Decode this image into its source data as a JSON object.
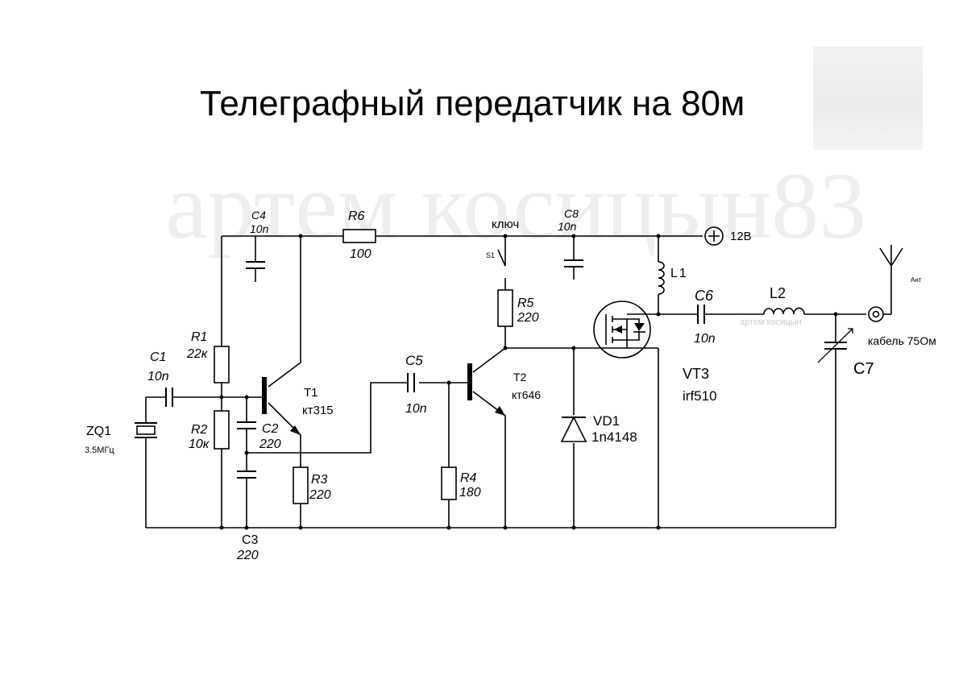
{
  "title": "Телеграфный передатчик на 80м",
  "watermark": "артем косицын83",
  "watermark_small": "артем косицын",
  "components": {
    "c1": {
      "ref": "C1",
      "value": "10n"
    },
    "c2": {
      "ref": "C2",
      "value": "220"
    },
    "c3": {
      "ref": "C3",
      "value": "220"
    },
    "c4": {
      "ref": "C4",
      "value": "10n"
    },
    "c5": {
      "ref": "C5",
      "value": "10n"
    },
    "c6": {
      "ref": "C6",
      "value": "10n"
    },
    "c7": {
      "ref": "C7"
    },
    "c8": {
      "ref": "C8",
      "value": "10n"
    },
    "r1": {
      "ref": "R1",
      "value": "22к"
    },
    "r2": {
      "ref": "R2",
      "value": "10к"
    },
    "r3": {
      "ref": "R3",
      "value": "220"
    },
    "r4": {
      "ref": "R4",
      "value": "180"
    },
    "r5": {
      "ref": "R5",
      "value": "220"
    },
    "r6": {
      "ref": "R6",
      "value": "100"
    },
    "t1": {
      "ref": "T1",
      "value": "кт315"
    },
    "t2": {
      "ref": "T2",
      "value": "кт646"
    },
    "vt3": {
      "ref": "VT3",
      "value": "irf510"
    },
    "vd1": {
      "ref": "VD1",
      "value": "1n4148"
    },
    "zq1": {
      "ref": "ZQ1",
      "value": "3.5МГц"
    },
    "l1": {
      "ref": "L1"
    },
    "l2": {
      "ref": "L2"
    },
    "s1": {
      "ref": "S1",
      "label": "ключ"
    }
  },
  "power": {
    "label": "12В"
  },
  "antenna": {
    "label": "Ант"
  },
  "cable": {
    "label": "кабель 75Ом"
  }
}
